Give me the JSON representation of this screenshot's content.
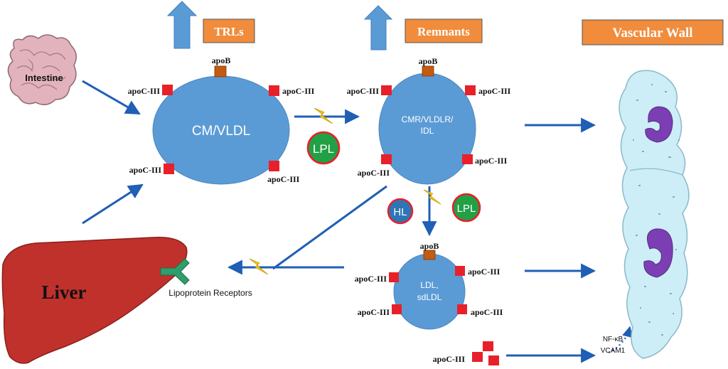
{
  "headers": {
    "trls": "TRLs",
    "remnants": "Remnants",
    "vascular_wall": "Vascular Wall"
  },
  "organs": {
    "intestine": "Intestine",
    "liver": "Liver",
    "receptors": "Lipoprotein Receptors"
  },
  "particles": {
    "cm_vldl": "CM/VLDL",
    "remnant_line1": "CMR/VLDLR/",
    "remnant_line2": "IDL",
    "ldl_line1": "LDL,",
    "ldl_line2": "sdLDL"
  },
  "labels": {
    "apob": "apoB",
    "apoc3": "apoC-III",
    "lpl": "LPL",
    "hl": "HL",
    "nfkb": "NF-κB",
    "vcam1": "VCAM1"
  },
  "colors": {
    "particle_fill": "#5b9bd5",
    "apoc3_square": "#e8202a",
    "apob_square": "#c55a11",
    "header_box": "#f08c3c",
    "arrow_blue": "#1f5fb5",
    "up_arrow": "#5b9bd5",
    "lpl_green": "#21a045",
    "hl_blue": "#2e75b6",
    "liver_red": "#c0312b",
    "lightning": "#f5c518"
  }
}
